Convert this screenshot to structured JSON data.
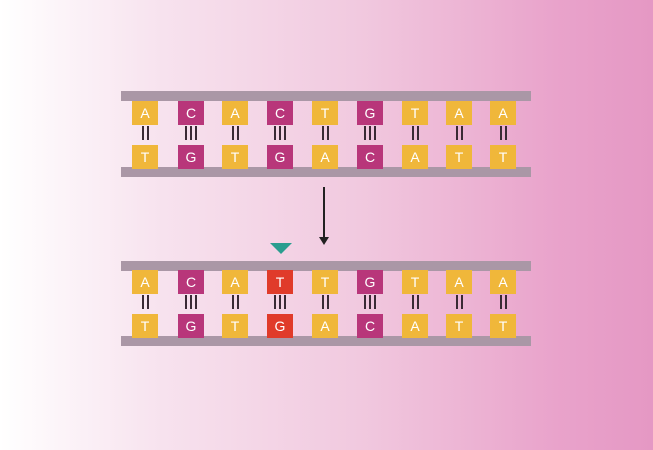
{
  "colors": {
    "A": "#f0b73a",
    "T": "#f0b73a",
    "C": "#b8367a",
    "G": "#b8367a",
    "mutation": "#e03b2a",
    "backbone": "#aa97a6",
    "marker": "#2a9d8f",
    "bond": "#3a2a35"
  },
  "original": {
    "top_strand": [
      "A",
      "C",
      "A",
      "C",
      "T",
      "G",
      "T",
      "A",
      "A"
    ],
    "bottom_strand": [
      "T",
      "G",
      "T",
      "G",
      "A",
      "C",
      "A",
      "T",
      "T"
    ],
    "bonds": [
      2,
      3,
      2,
      3,
      2,
      3,
      2,
      2,
      2
    ]
  },
  "mutated": {
    "top_strand": [
      "A",
      "C",
      "A",
      "T",
      "T",
      "G",
      "T",
      "A",
      "A"
    ],
    "bottom_strand": [
      "T",
      "G",
      "T",
      "G",
      "A",
      "C",
      "A",
      "T",
      "T"
    ],
    "bonds": [
      2,
      3,
      2,
      3,
      2,
      3,
      2,
      2,
      2
    ],
    "mutation_index": 3
  }
}
